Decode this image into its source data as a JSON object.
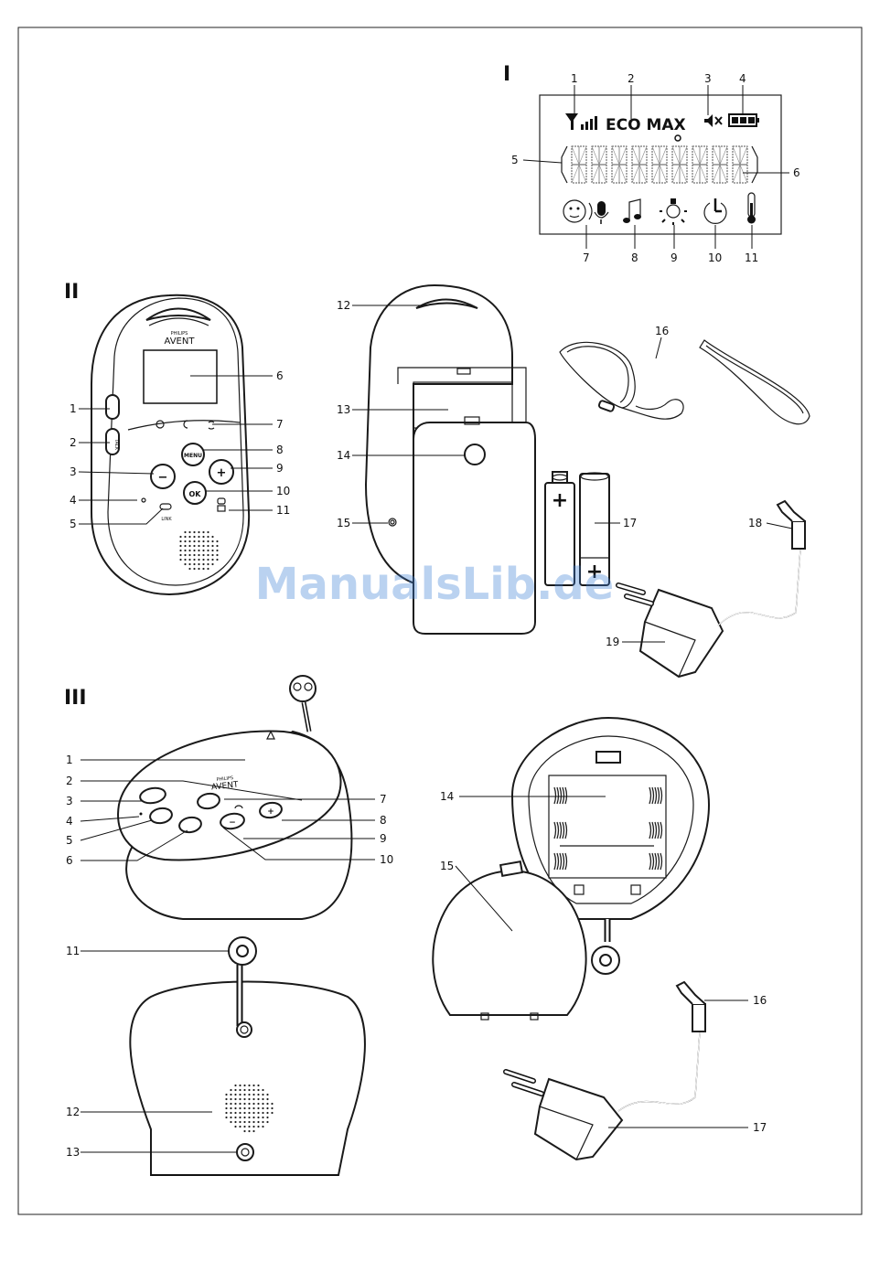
{
  "sections": {
    "I": "I",
    "II": "II",
    "III": "III"
  },
  "display_text": {
    "eco_max": "ECO MAX",
    "brand_top": "PHILIPS",
    "brand_bottom": "AVENT",
    "menu_btn": "MENU",
    "ok_btn": "OK",
    "plus_btn": "+",
    "minus_btn": "−",
    "link": "LINK",
    "talk": "TALK",
    "battery_plus": "+"
  },
  "watermark": "ManualsLib.de",
  "callouts_I": [
    "1",
    "2",
    "3",
    "4",
    "5",
    "6",
    "7",
    "8",
    "9",
    "10",
    "11"
  ],
  "callouts_II": [
    "1",
    "2",
    "3",
    "4",
    "5",
    "6",
    "7",
    "8",
    "9",
    "10",
    "11",
    "12",
    "13",
    "14",
    "15",
    "16",
    "17",
    "18",
    "19"
  ],
  "callouts_III": [
    "1",
    "2",
    "3",
    "4",
    "5",
    "6",
    "7",
    "8",
    "9",
    "10",
    "11",
    "12",
    "13",
    "14",
    "15",
    "16",
    "17"
  ]
}
